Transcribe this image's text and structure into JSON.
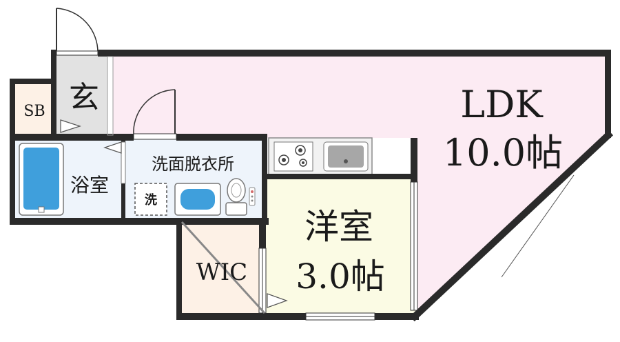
{
  "rooms": {
    "ldk": {
      "name": "LDK",
      "size": "10.0帖"
    },
    "western": {
      "name": "洋室",
      "size": "3.0帖"
    },
    "wic": {
      "name": "WIC"
    },
    "bath": {
      "name": "浴室"
    },
    "dressing": {
      "name": "洗面脱衣所"
    },
    "entrance": {
      "name": "玄"
    },
    "sb": {
      "name": "SB"
    }
  },
  "fixtures": {
    "washer_mark": "洗"
  },
  "colors": {
    "wall": "#2a2a2a",
    "ldk_floor": "#fcebf3",
    "western_floor": "#fbfbe4",
    "wic_floor": "#fdf1e6",
    "wet_floor": "#eef4fb",
    "entrance_floor": "#e2e2e2",
    "tub": "#3f9fdc"
  }
}
